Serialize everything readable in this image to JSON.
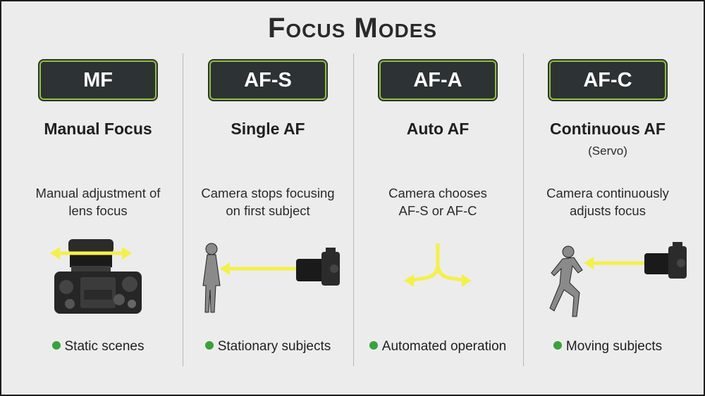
{
  "title": "Focus Modes",
  "modes": [
    {
      "code": "MF",
      "name": "Manual Focus",
      "sub": "",
      "desc": [
        "Manual adjustment of",
        "lens focus"
      ],
      "use": "Static scenes"
    },
    {
      "code": "AF-S",
      "name": "Single AF",
      "sub": "",
      "desc": [
        "Camera stops focusing",
        "on first subject"
      ],
      "use": "Stationary subjects"
    },
    {
      "code": "AF-A",
      "name": "Auto AF",
      "sub": "",
      "desc": [
        "Camera chooses",
        "AF-S or AF-C"
      ],
      "use": "Automated operation"
    },
    {
      "code": "AF-C",
      "name": "Continuous AF",
      "sub": "(Servo)",
      "desc": [
        "Camera continuously",
        "adjusts focus"
      ],
      "use": "Moving subjects"
    }
  ],
  "colors": {
    "badge_bg": "#2d3232",
    "badge_border": "#8dc13f",
    "arrow": "#f4f04a",
    "bullet": "#3aa23a"
  },
  "icons": [
    "camera-body-icon",
    "standing-person-icon",
    "camera-side-icon",
    "fork-arrow-icon",
    "running-person-icon"
  ]
}
